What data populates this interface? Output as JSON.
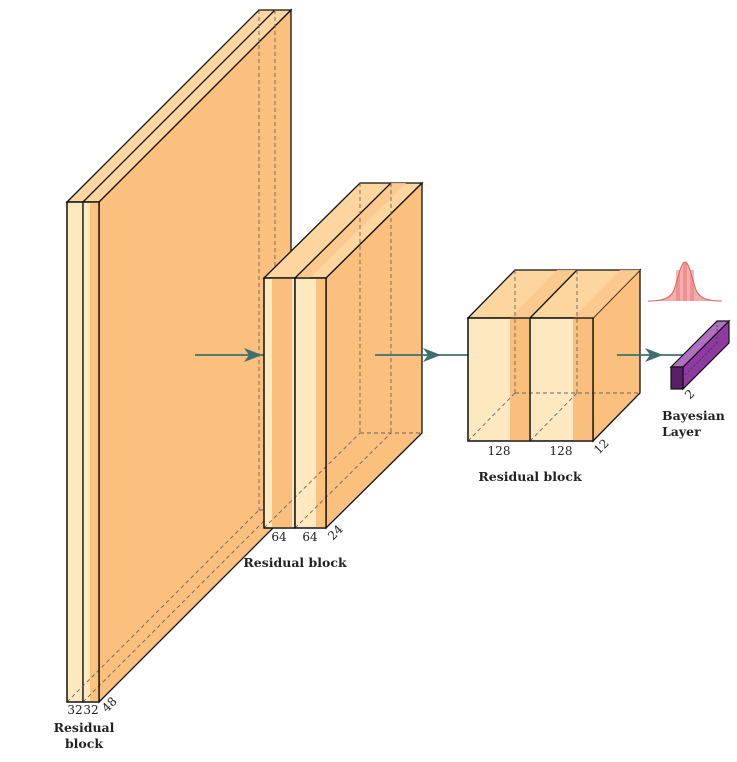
{
  "colors": {
    "block_front": "#fde8c0",
    "block_side": "#fbbf7e",
    "block_top": "#fdd59e",
    "conv_band": "#f9b46a",
    "edge": "#111111",
    "hidden_edge": "#555555",
    "arrow": "#3f7070",
    "bayes_fill": "#7a2d8c",
    "bayes_dark": "#4e1a5c",
    "bayes_light": "#b070c0",
    "gauss": "#ef8080"
  },
  "blocks": [
    {
      "caption_line1": "Residual",
      "caption_line2": "block",
      "width_labels": [
        "32",
        "32"
      ],
      "depth_label": "48"
    },
    {
      "caption_line1": "Residual block",
      "caption_line2": "",
      "width_labels": [
        "64",
        "64"
      ],
      "depth_label": "24"
    },
    {
      "caption_line1": "Residual block",
      "caption_line2": "",
      "width_labels": [
        "128",
        "128"
      ],
      "depth_label": "12"
    }
  ],
  "bayesian": {
    "caption_line1": "Bayesian",
    "caption_line2": "Layer",
    "size_label": "2",
    "distribution_icon": "gaussian-curve-icon"
  }
}
